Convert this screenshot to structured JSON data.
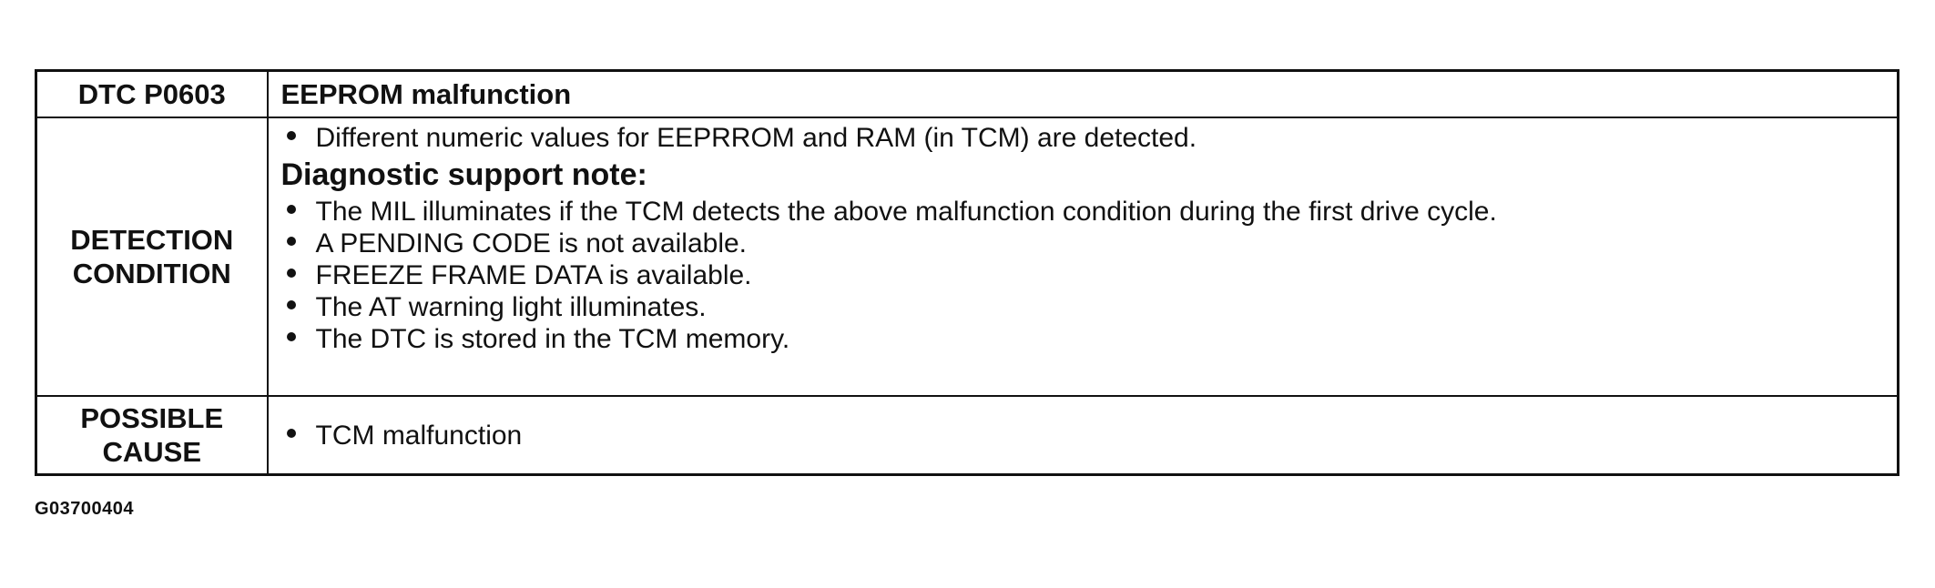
{
  "table": {
    "header": {
      "label": "DTC P0603",
      "value": "EEPROM malfunction"
    },
    "detection": {
      "label_lines": [
        "DETECTION",
        "CONDITION"
      ],
      "intro_items": [
        "Different numeric values for EEPRROM and RAM (in TCM) are detected."
      ],
      "support_title": "Diagnostic support note:",
      "support_items": [
        "The MIL illuminates if the TCM detects the above malfunction condition during the first drive cycle.",
        "A PENDING CODE is not available.",
        "FREEZE FRAME DATA is available.",
        "The AT warning light illuminates.",
        "The DTC is stored in the TCM memory."
      ]
    },
    "cause": {
      "label_lines": [
        "POSSIBLE",
        "CAUSE"
      ],
      "items": [
        "TCM malfunction"
      ]
    }
  },
  "figure_code": "G03700404"
}
